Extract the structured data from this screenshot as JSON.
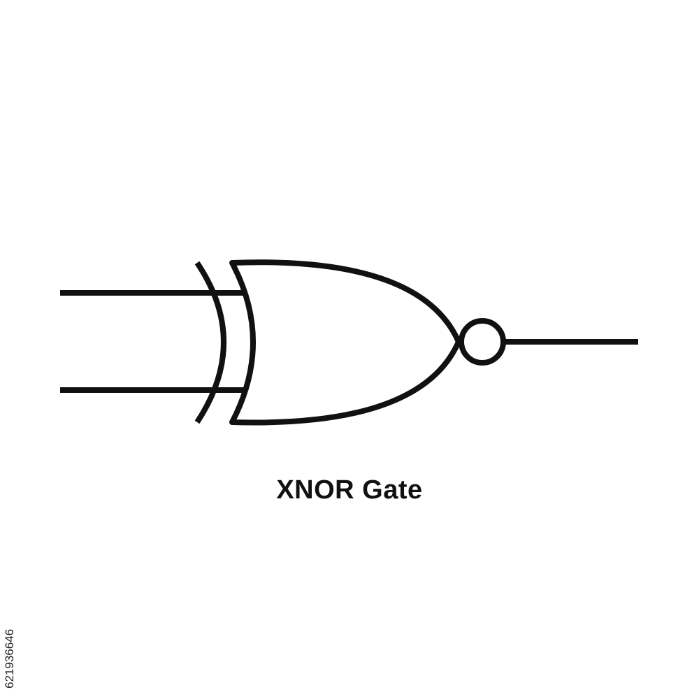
{
  "diagram": {
    "symbol": "xnor-gate",
    "stroke_color": "#111111",
    "background": "#ffffff",
    "caption": "XNOR Gate"
  },
  "watermark": {
    "image_id": "621936646"
  }
}
